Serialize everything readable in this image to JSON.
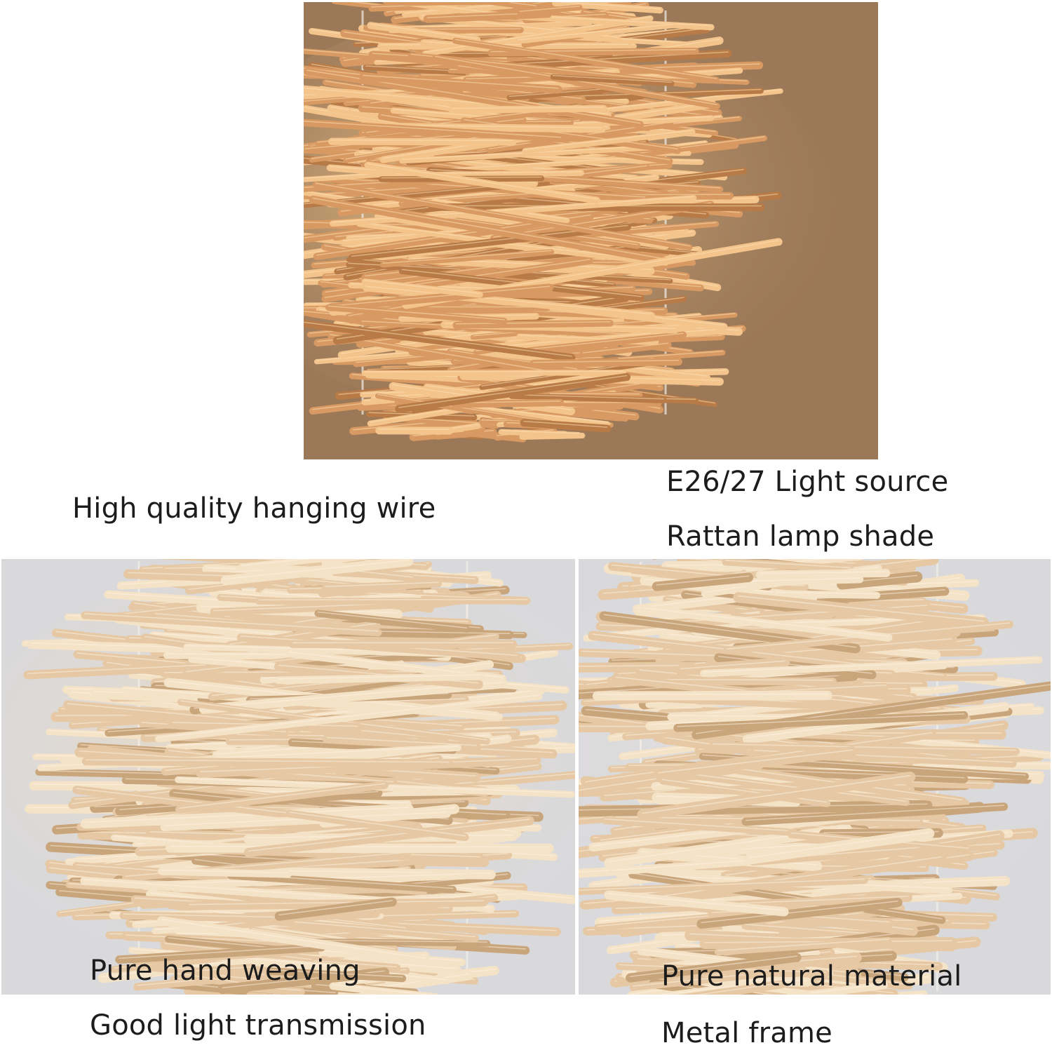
{
  "captions": {
    "hanging_wire": "High quality hanging wire",
    "light_source": "E26/27 Light source",
    "lamp_shade": "Rattan lamp shade",
    "hand_weaving": "Pure hand weaving",
    "natural_material": "Pure natural material",
    "light_transmission": "Good light transmission",
    "metal_frame": "Metal frame"
  },
  "colors": {
    "top_background": "#9b7858",
    "top_glow": "#ffd79a",
    "top_stick": "#d89a62",
    "top_stick_light": "#f3c48c",
    "bottom_background": "#d9d9dc",
    "bottom_stick": "#e6c9a4",
    "bottom_stick_light": "#f5e3c8",
    "bottom_stick_dark": "#c9a57c",
    "caption_text": "#1c1c1c"
  }
}
